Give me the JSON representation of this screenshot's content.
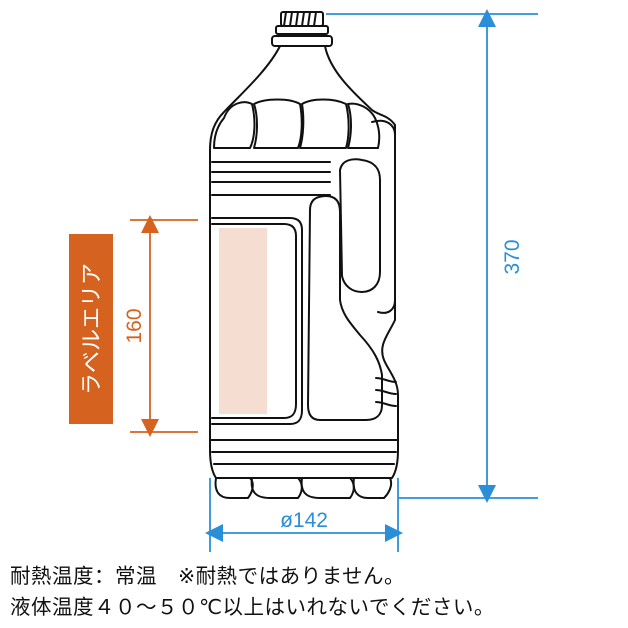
{
  "dimensions": {
    "height": "370",
    "label_height": "160",
    "diameter": "ø142"
  },
  "label_area": "ラベルエリア",
  "notes": {
    "line1": "耐熱温度：常温　※耐熱ではありません。",
    "line2": "液体温度４０～５０℃以上はいれないでください。"
  },
  "colors": {
    "dimension_blue": "#2a8fd8",
    "label_orange": "#d5621f",
    "label_fill": "#f6ddd2",
    "outline": "#111111"
  },
  "icons": [
    "bottle-drawing"
  ]
}
